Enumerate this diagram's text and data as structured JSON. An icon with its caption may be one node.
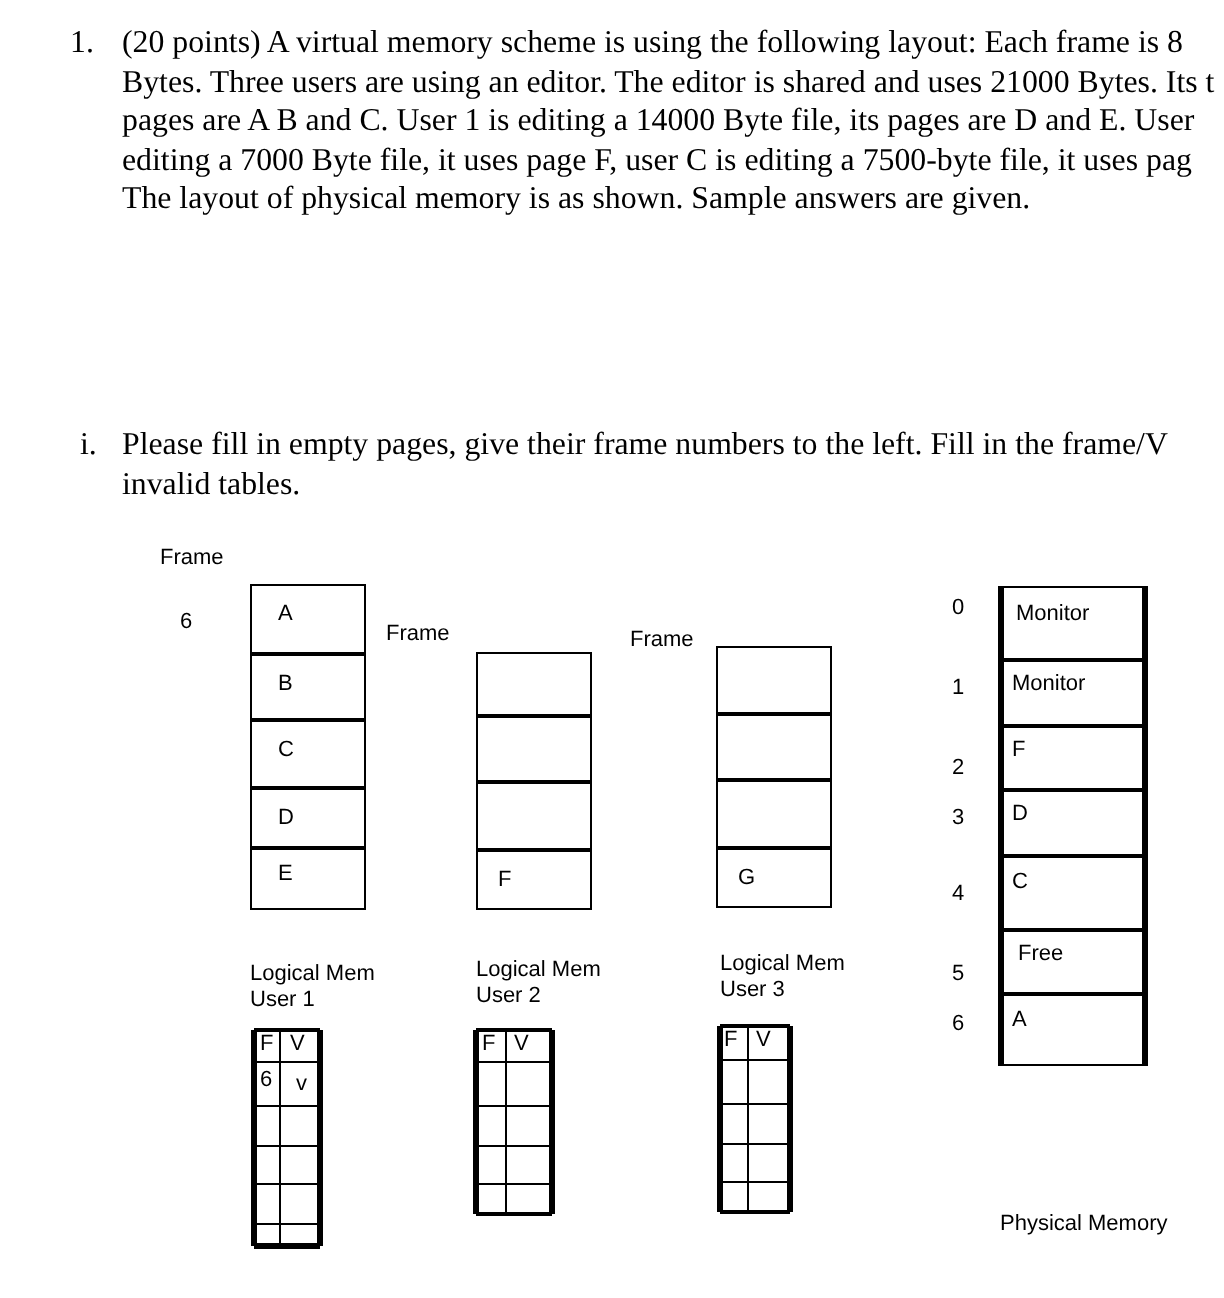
{
  "diagram": {
    "nodes": [
      {
        "text": [
          "A"
        ],
        "beside": [
          "6"
        ]
      },
      {
        "text": [
          "B"
        ]
      },
      {
        "text": [
          "C"
        ]
      },
      {
        "text": [
          "D"
        ]
      },
      {
        "text": [
          "E"
        ]
      },
      {
        "text": [],
        "shape": "box"
      },
      {
        "text": [],
        "shape": "box"
      },
      {
        "text": [],
        "shape": "box"
      },
      {
        "text": [
          "F"
        ]
      },
      {
        "text": [],
        "shape": "box"
      },
      {
        "text": [],
        "shape": "box"
      },
      {
        "text": [],
        "shape": "box"
      },
      {
        "text": [
          "G"
        ]
      },
      {
        "text": [
          "Monitor"
        ],
        "beside": [
          "0"
        ]
      },
      {
        "text": [
          "Monitor"
        ],
        "beside": [
          "1"
        ]
      },
      {
        "text": [
          "F"
        ],
        "beside": [
          "2"
        ]
      },
      {
        "text": [
          "D"
        ],
        "beside": [
          "3"
        ]
      },
      {
        "text": [
          "C"
        ],
        "beside": [
          "4"
        ]
      },
      {
        "text": [
          "Free"
        ],
        "beside": [
          "5"
        ]
      },
      {
        "text": [
          "A"
        ],
        "beside": [
          "6"
        ]
      }
    ],
    "labels": [
      "1.",
      "(20 points) A virtual memory scheme is using the following layout: Each frame is 8 Bytes. Three users are using an editor. The editor is shared and uses 21000 Bytes. Its t pages are A B and C. User 1 is editing a 14000 Byte file, its pages are D and E. User editing a 7000 Byte file, it uses page F, user C is editing a 7500-byte file, it uses pag The layout of physical memory is as shown. Sample answers are given.",
      "i.",
      "Please fill in empty pages, give their frame numbers to the left. Fill in the frame/V invalid tables.",
      "Frame",
      "Frame",
      "Frame",
      "Logical Mem User 1",
      "Logical Mem User 2",
      "Logical Mem User 3",
      "F",
      "V",
      "6",
      "v",
      "F",
      "V",
      "F",
      "V",
      "Physical Memory"
    ]
  }
}
